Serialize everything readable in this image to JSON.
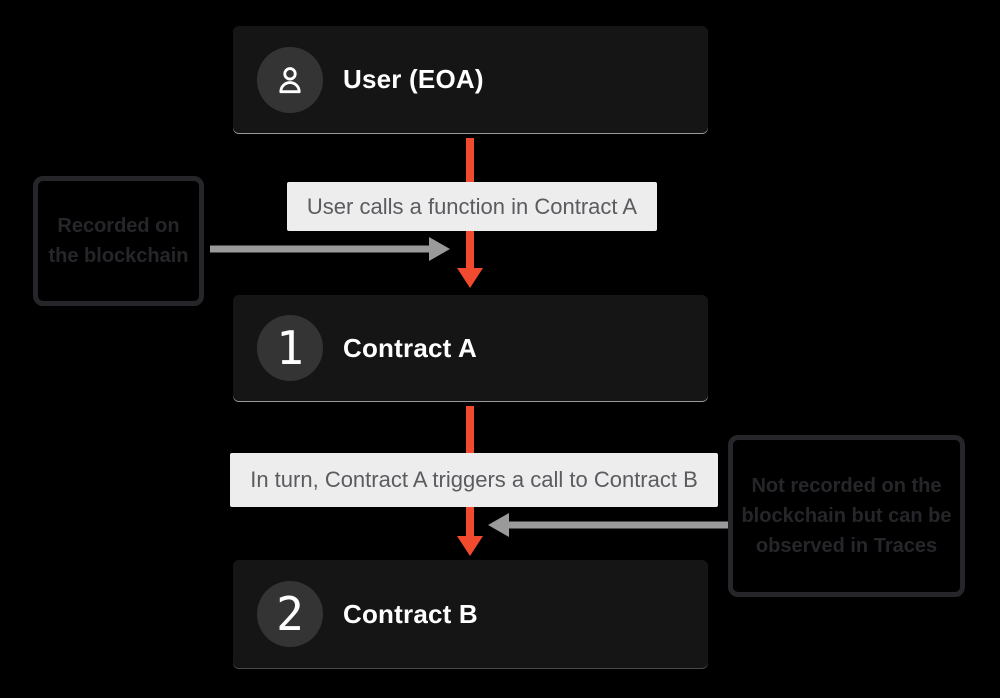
{
  "diagram": {
    "nodes": {
      "user": {
        "title": "User (EOA)",
        "icon": "user-icon"
      },
      "contract_a": {
        "title": "Contract A",
        "badge": "1"
      },
      "contract_b": {
        "title": "Contract B",
        "badge": "2"
      }
    },
    "flow_labels": {
      "call_1": "User calls a function in Contract A",
      "call_2": "In turn, Contract A triggers a call to Contract B"
    },
    "notes": {
      "left": "Recorded on the blockchain",
      "right": "Not recorded on the blockchain but can be observed in Traces"
    },
    "colors": {
      "background": "#000000",
      "node_background": "#151515",
      "node_title": "#ffffff",
      "badge_background": "#343434",
      "call_arrow": "#f24a2e",
      "note_arrow": "#9a9a9a",
      "label_background": "#ededed",
      "label_text": "#5b5b60",
      "note_ink": "#26262a"
    }
  }
}
